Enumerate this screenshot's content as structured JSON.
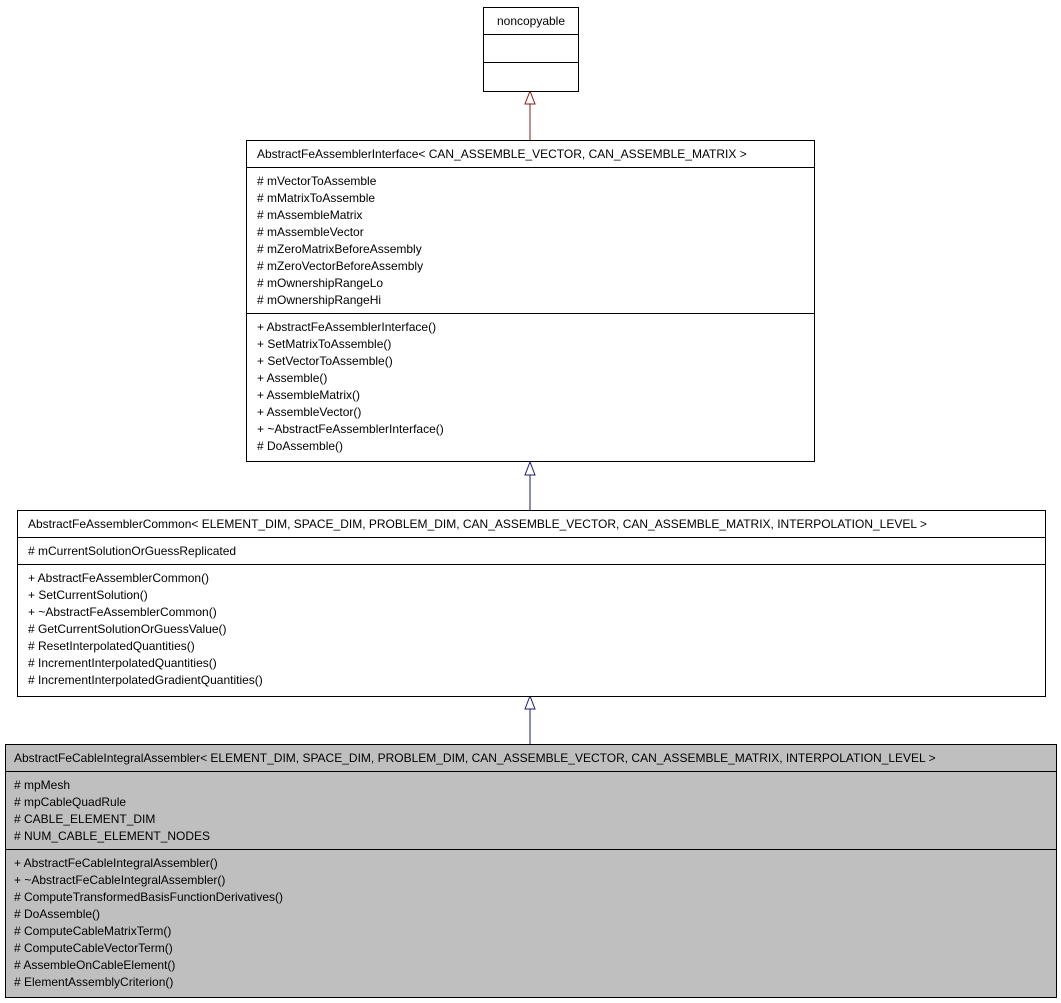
{
  "classes": {
    "noncopyable": {
      "name": "noncopyable",
      "attributes": [],
      "methods": []
    },
    "interface": {
      "name": "AbstractFeAssemblerInterface< CAN_ASSEMBLE_VECTOR, CAN_ASSEMBLE_MATRIX >",
      "attributes": [
        "# mVectorToAssemble",
        "# mMatrixToAssemble",
        "# mAssembleMatrix",
        "# mAssembleVector",
        "# mZeroMatrixBeforeAssembly",
        "# mZeroVectorBeforeAssembly",
        "# mOwnershipRangeLo",
        "# mOwnershipRangeHi"
      ],
      "methods": [
        "+ AbstractFeAssemblerInterface()",
        "+ SetMatrixToAssemble()",
        "+ SetVectorToAssemble()",
        "+ Assemble()",
        "+ AssembleMatrix()",
        "+ AssembleVector()",
        "+ ~AbstractFeAssemblerInterface()",
        "# DoAssemble()"
      ]
    },
    "common": {
      "name": "AbstractFeAssemblerCommon< ELEMENT_DIM, SPACE_DIM, PROBLEM_DIM, CAN_ASSEMBLE_VECTOR, CAN_ASSEMBLE_MATRIX, INTERPOLATION_LEVEL >",
      "attributes": [
        "# mCurrentSolutionOrGuessReplicated"
      ],
      "methods": [
        "+ AbstractFeAssemblerCommon()",
        "+ SetCurrentSolution()",
        "+ ~AbstractFeAssemblerCommon()",
        "# GetCurrentSolutionOrGuessValue()",
        "# ResetInterpolatedQuantities()",
        "# IncrementInterpolatedQuantities()",
        "# IncrementInterpolatedGradientQuantities()"
      ]
    },
    "cable": {
      "name": "AbstractFeCableIntegralAssembler< ELEMENT_DIM, SPACE_DIM, PROBLEM_DIM, CAN_ASSEMBLE_VECTOR, CAN_ASSEMBLE_MATRIX, INTERPOLATION_LEVEL >",
      "attributes": [
        "# mpMesh",
        "# mpCableQuadRule",
        "# CABLE_ELEMENT_DIM",
        "# NUM_CABLE_ELEMENT_NODES"
      ],
      "methods": [
        "+ AbstractFeCableIntegralAssembler()",
        "+ ~AbstractFeCableIntegralAssembler()",
        "# ComputeTransformedBasisFunctionDerivatives()",
        "# DoAssemble()",
        "# ComputeCableMatrixTerm()",
        "# ComputeCableVectorTerm()",
        "# AssembleOnCableElement()",
        "# ElementAssemblyCriterion()"
      ]
    }
  },
  "colors": {
    "private_inheritance": "#8b1a1a",
    "public_inheritance": "#191970",
    "highlight_fill": "#bfbfbf"
  }
}
